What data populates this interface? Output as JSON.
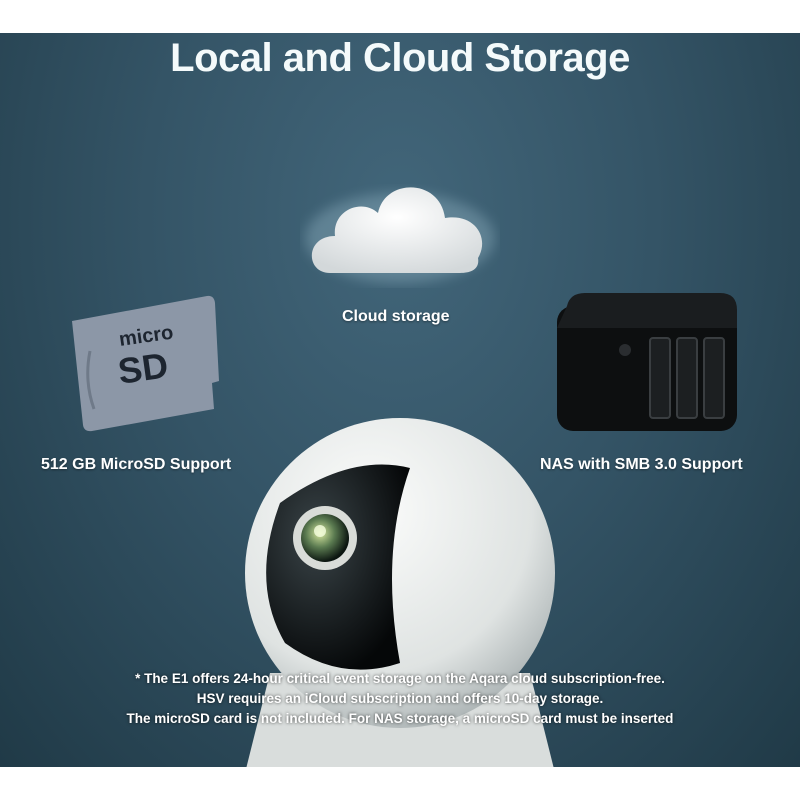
{
  "title": "Local and Cloud Storage",
  "features": {
    "cloud": "Cloud storage",
    "microsd": "512 GB MicroSD Support",
    "nas": "NAS with SMB 3.0 Support"
  },
  "microsd_card": {
    "line1": "micro",
    "line2": "SD"
  },
  "footnote": [
    "* The E1 offers 24-hour critical event storage on the Aqara cloud subscription-free.",
    "HSV requires an iCloud subscription and offers 10-day storage.",
    "The microSD card is not included. For NAS storage, a microSD card must be inserted"
  ]
}
